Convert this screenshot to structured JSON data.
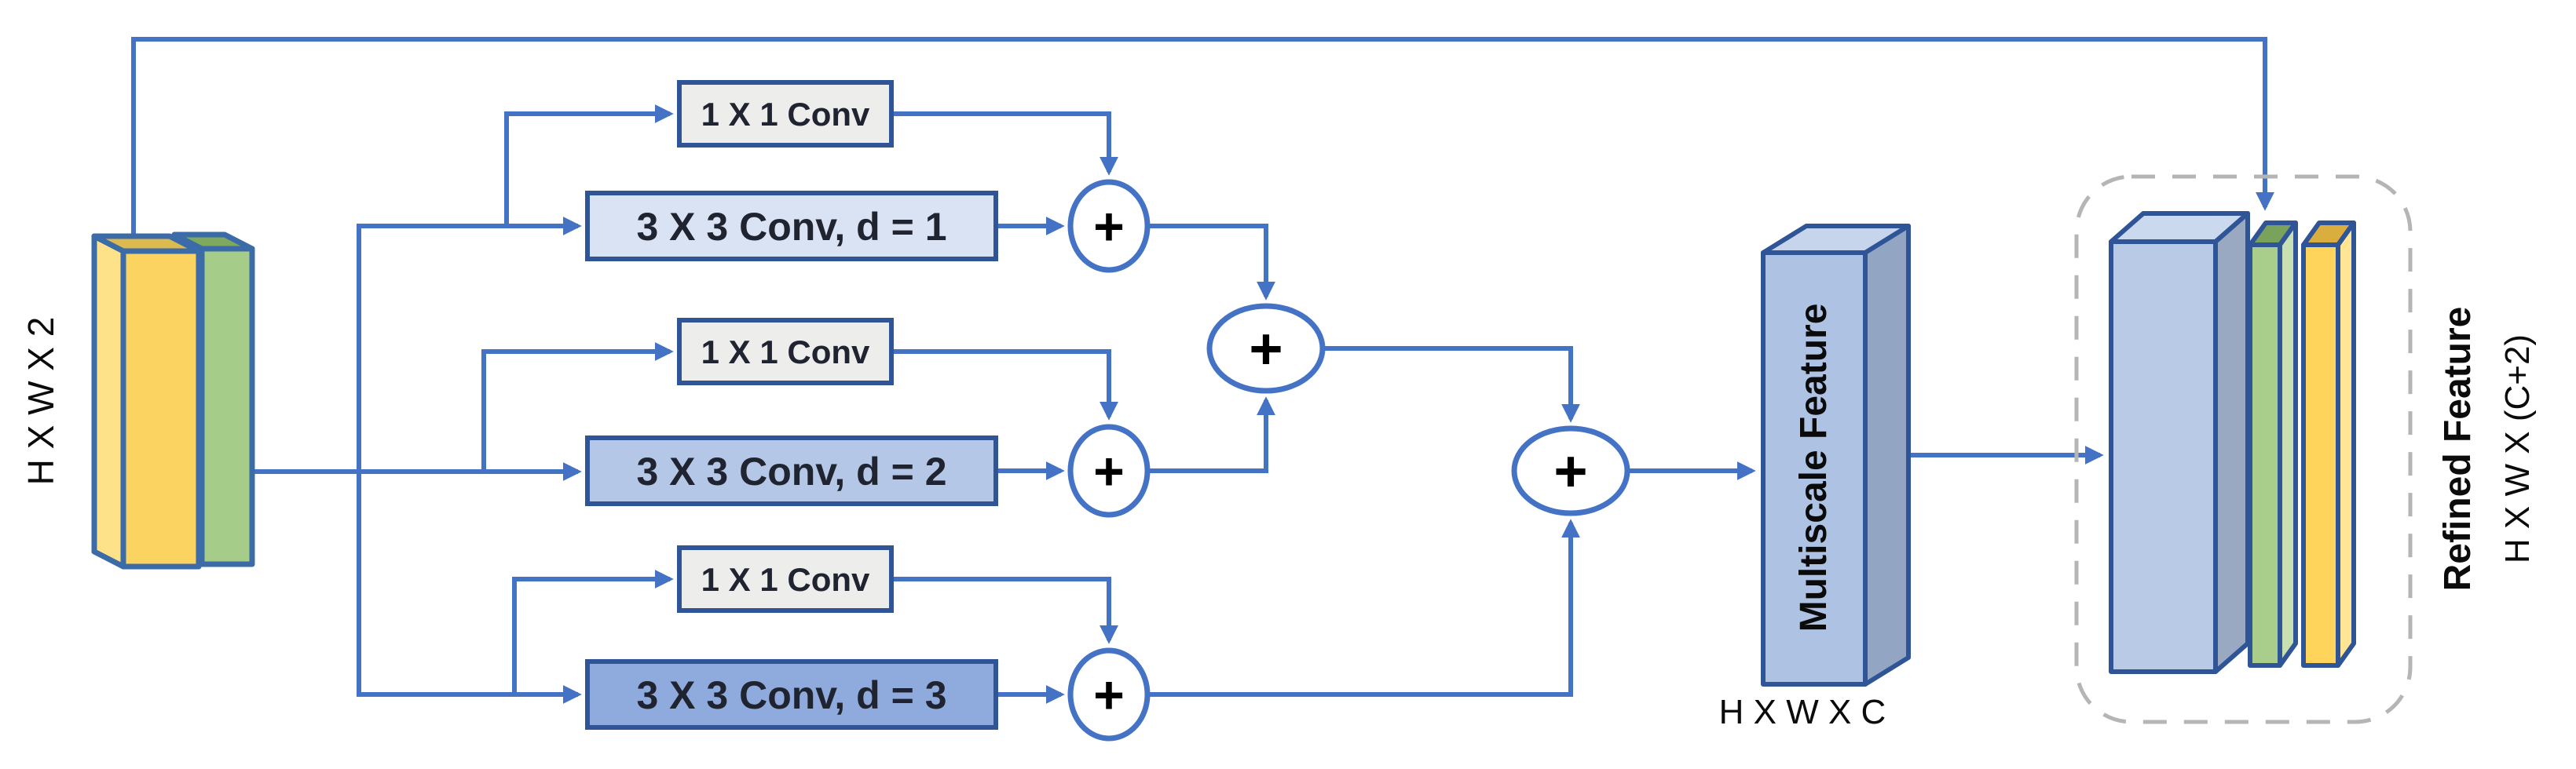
{
  "diagram": {
    "input": {
      "dims_label": "H X W X 2"
    },
    "branches": [
      {
        "conv1x1": "1 X 1 Conv",
        "conv3x3": "3 X 3 Conv, d = 1"
      },
      {
        "conv1x1": "1 X 1 Conv",
        "conv3x3": "3 X 3 Conv, d = 2"
      },
      {
        "conv1x1": "1 X 1 Conv",
        "conv3x3": "3 X 3 Conv, d = 3"
      }
    ],
    "symbols": {
      "add": "+"
    },
    "multiscale": {
      "label": "Multiscale Feature",
      "dims_label": "H X W X C"
    },
    "refined": {
      "label": "Refined Feature",
      "dims_label": "H X W X (C+2)"
    },
    "colors": {
      "line_blue": "#4472C4",
      "box_border": "#2F5597",
      "conv1x1_fill": "#EDEDEB",
      "conv3x3_d1_fill": "#DAE3F3",
      "conv3x3_d2_fill": "#B4C7E7",
      "conv3x3_d3_fill": "#8FAADC",
      "input_yellow_front": "#FBD360",
      "input_yellow_side": "#FDE289",
      "input_yellow_top": "#DDBA50",
      "input_green_front": "#A5CC88",
      "input_green_top": "#7FA95E",
      "multiscale_front": "#AEC3E4",
      "multiscale_top": "#C6D5EC",
      "multiscale_side": "#92A6C4",
      "refined_blue_front": "#B8CAE6",
      "refined_blue_top": "#CBD9EE",
      "refined_blue_side": "#9AA9C2",
      "refined_green_front": "#A9CE8C",
      "refined_green_top": "#79A35C",
      "refined_green_side": "#C6E0B4",
      "refined_yellow_front": "#FFD45A",
      "refined_yellow_top": "#D9AE3E",
      "refined_yellow_side": "#FFE594",
      "dashed_border": "#B5B5B5"
    }
  }
}
